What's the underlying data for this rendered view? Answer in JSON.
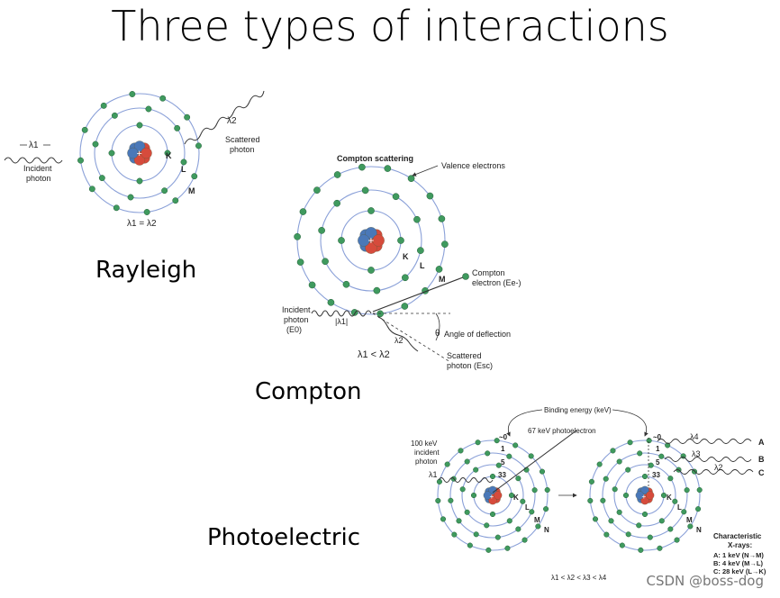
{
  "title": "Three types of interactions",
  "sections": {
    "rayleigh": {
      "label": "Rayleigh",
      "incident": [
        "Incident",
        "photon"
      ],
      "lambda_in": "λ1",
      "scattered": [
        "Scattered",
        "photon"
      ],
      "lambda_out": "λ2",
      "shells": [
        "K",
        "L",
        "M"
      ],
      "relation": "λ1 = λ2"
    },
    "compton": {
      "label": "Compton",
      "heading": "Compton scattering",
      "valence": "Valence electrons",
      "shells": [
        "K",
        "L",
        "M"
      ],
      "electron": [
        "Compton",
        "electron (Ee-)"
      ],
      "incident": [
        "Incident",
        "photon",
        "(E0)"
      ],
      "lambda_in": "|λ1|",
      "lambda_out": "λ2",
      "theta": "θ",
      "deflection": "Angle of deflection",
      "relation": "λ1 < λ2",
      "scattered": [
        "Scattered",
        "photon (Esc)"
      ]
    },
    "photoelectric": {
      "label": "Photoelectric",
      "binding": "Binding energy (keV)",
      "photoelectron": "67 keV photoelectron",
      "incident": [
        "100 keV",
        "incident",
        "photon"
      ],
      "lambda_in": "λ1",
      "energies": [
        "~0",
        "1",
        "5",
        "33"
      ],
      "shells": [
        "K",
        "L",
        "M",
        "N"
      ],
      "lambdas": [
        "λ4",
        "λ3",
        "λ2"
      ],
      "rays": [
        "A",
        "B",
        "C"
      ],
      "char_title": [
        "Characteristic",
        "X-rays:"
      ],
      "char_list": [
        "A: 1 keV (N→M)",
        "B: 4 keV (M→L)",
        "C: 28 keV (L→K)"
      ],
      "relation": "λ1 < λ2 < λ3 < λ4"
    }
  },
  "watermark": "CSDN @boss-dog",
  "colors": {
    "orbit": "#8aa0d8",
    "electron": "#3f9a5e",
    "proton": "#d64b3c",
    "neutron": "#4a78b8"
  }
}
